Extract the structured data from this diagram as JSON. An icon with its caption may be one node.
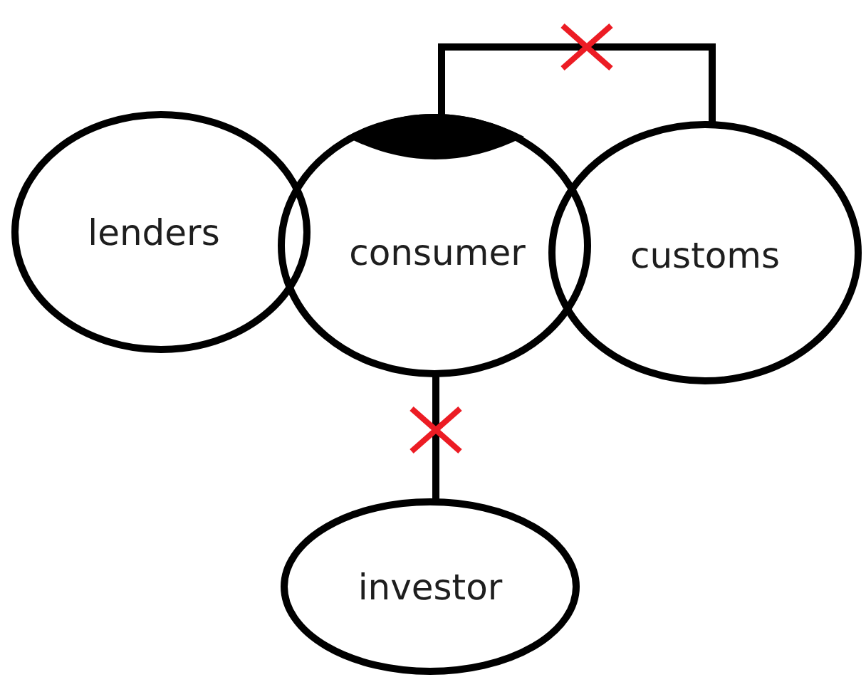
{
  "diagram": {
    "nodes": [
      {
        "text": [
          "lenders"
        ]
      },
      {
        "text": [
          "consumer"
        ]
      },
      {
        "text": [
          "customs"
        ]
      },
      {
        "text": [
          "investor"
        ]
      }
    ],
    "edges": [
      {
        "from": 1,
        "to": 2,
        "arrow": "none"
      },
      {
        "from": 1,
        "to": 3,
        "arrow": "none"
      }
    ]
  }
}
